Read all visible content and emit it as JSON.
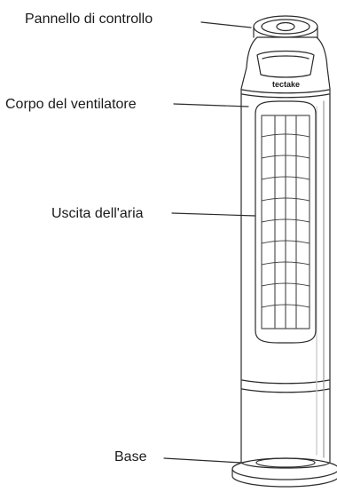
{
  "labels": {
    "control_panel": "Pannello di controllo",
    "fan_body": "Corpo del ventilatore",
    "air_outlet": "Uscita dell'aria",
    "base": "Base"
  },
  "brand": "tectake"
}
